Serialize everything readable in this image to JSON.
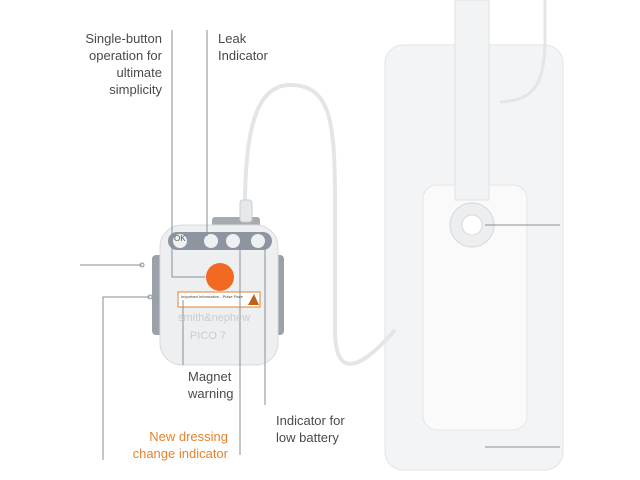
{
  "labels": {
    "single_button": "Single-button operation for ultimate simplicity",
    "leak": "Leak Indicator",
    "magnet": "Magnet warning",
    "new_dressing": "New dressing change indicator",
    "low_battery": "Indicator for low battery"
  },
  "device": {
    "ok_label": "OK",
    "brand": "smith&nephew",
    "model": "PICO 7",
    "warning_title": "Important Information - Pulse Pacemaker Warning"
  },
  "colors": {
    "accent": "#e8822c",
    "button": "#f26a21",
    "line": "#8a8f95"
  }
}
